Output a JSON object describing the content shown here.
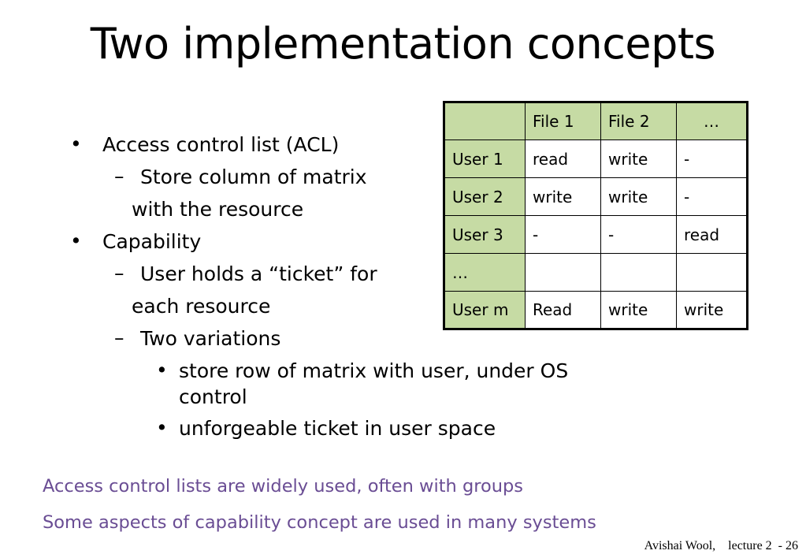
{
  "slide": {
    "title": "Two implementation concepts",
    "bullets": {
      "acl": "Access control list (ACL)",
      "acl_sub1_line1": "Store column of matrix",
      "acl_sub1_line2": "with the resource",
      "cap": "Capability",
      "cap_sub1_line1": "User holds a “ticket” for",
      "cap_sub1_line2": "each resource",
      "cap_sub2": "Two variations",
      "var1_line1": "store row of matrix with user, under OS",
      "var1_line2": "control",
      "var2": "unforgeable ticket in user space"
    },
    "bullet_glyph": "•",
    "dash_glyph": "–",
    "notes": [
      "Access control lists are widely used, often with groups",
      "Some aspects of capability concept are used in many systems"
    ],
    "footer": "Avishai Wool,    lecture 2  - 26"
  },
  "table": {
    "header": [
      "",
      "File 1",
      "File 2",
      "…"
    ],
    "rows": [
      [
        "User 1",
        "read",
        "write",
        "-"
      ],
      [
        "User 2",
        "write",
        "write",
        "-"
      ],
      [
        "User 3",
        "-",
        "-",
        "read"
      ],
      [
        "…",
        "",
        "",
        ""
      ],
      [
        "User m",
        "Read",
        "write",
        "write"
      ]
    ]
  },
  "colors": {
    "header_fill": "#c6dba4",
    "note_text": "#6a4d94",
    "text": "#000000"
  }
}
